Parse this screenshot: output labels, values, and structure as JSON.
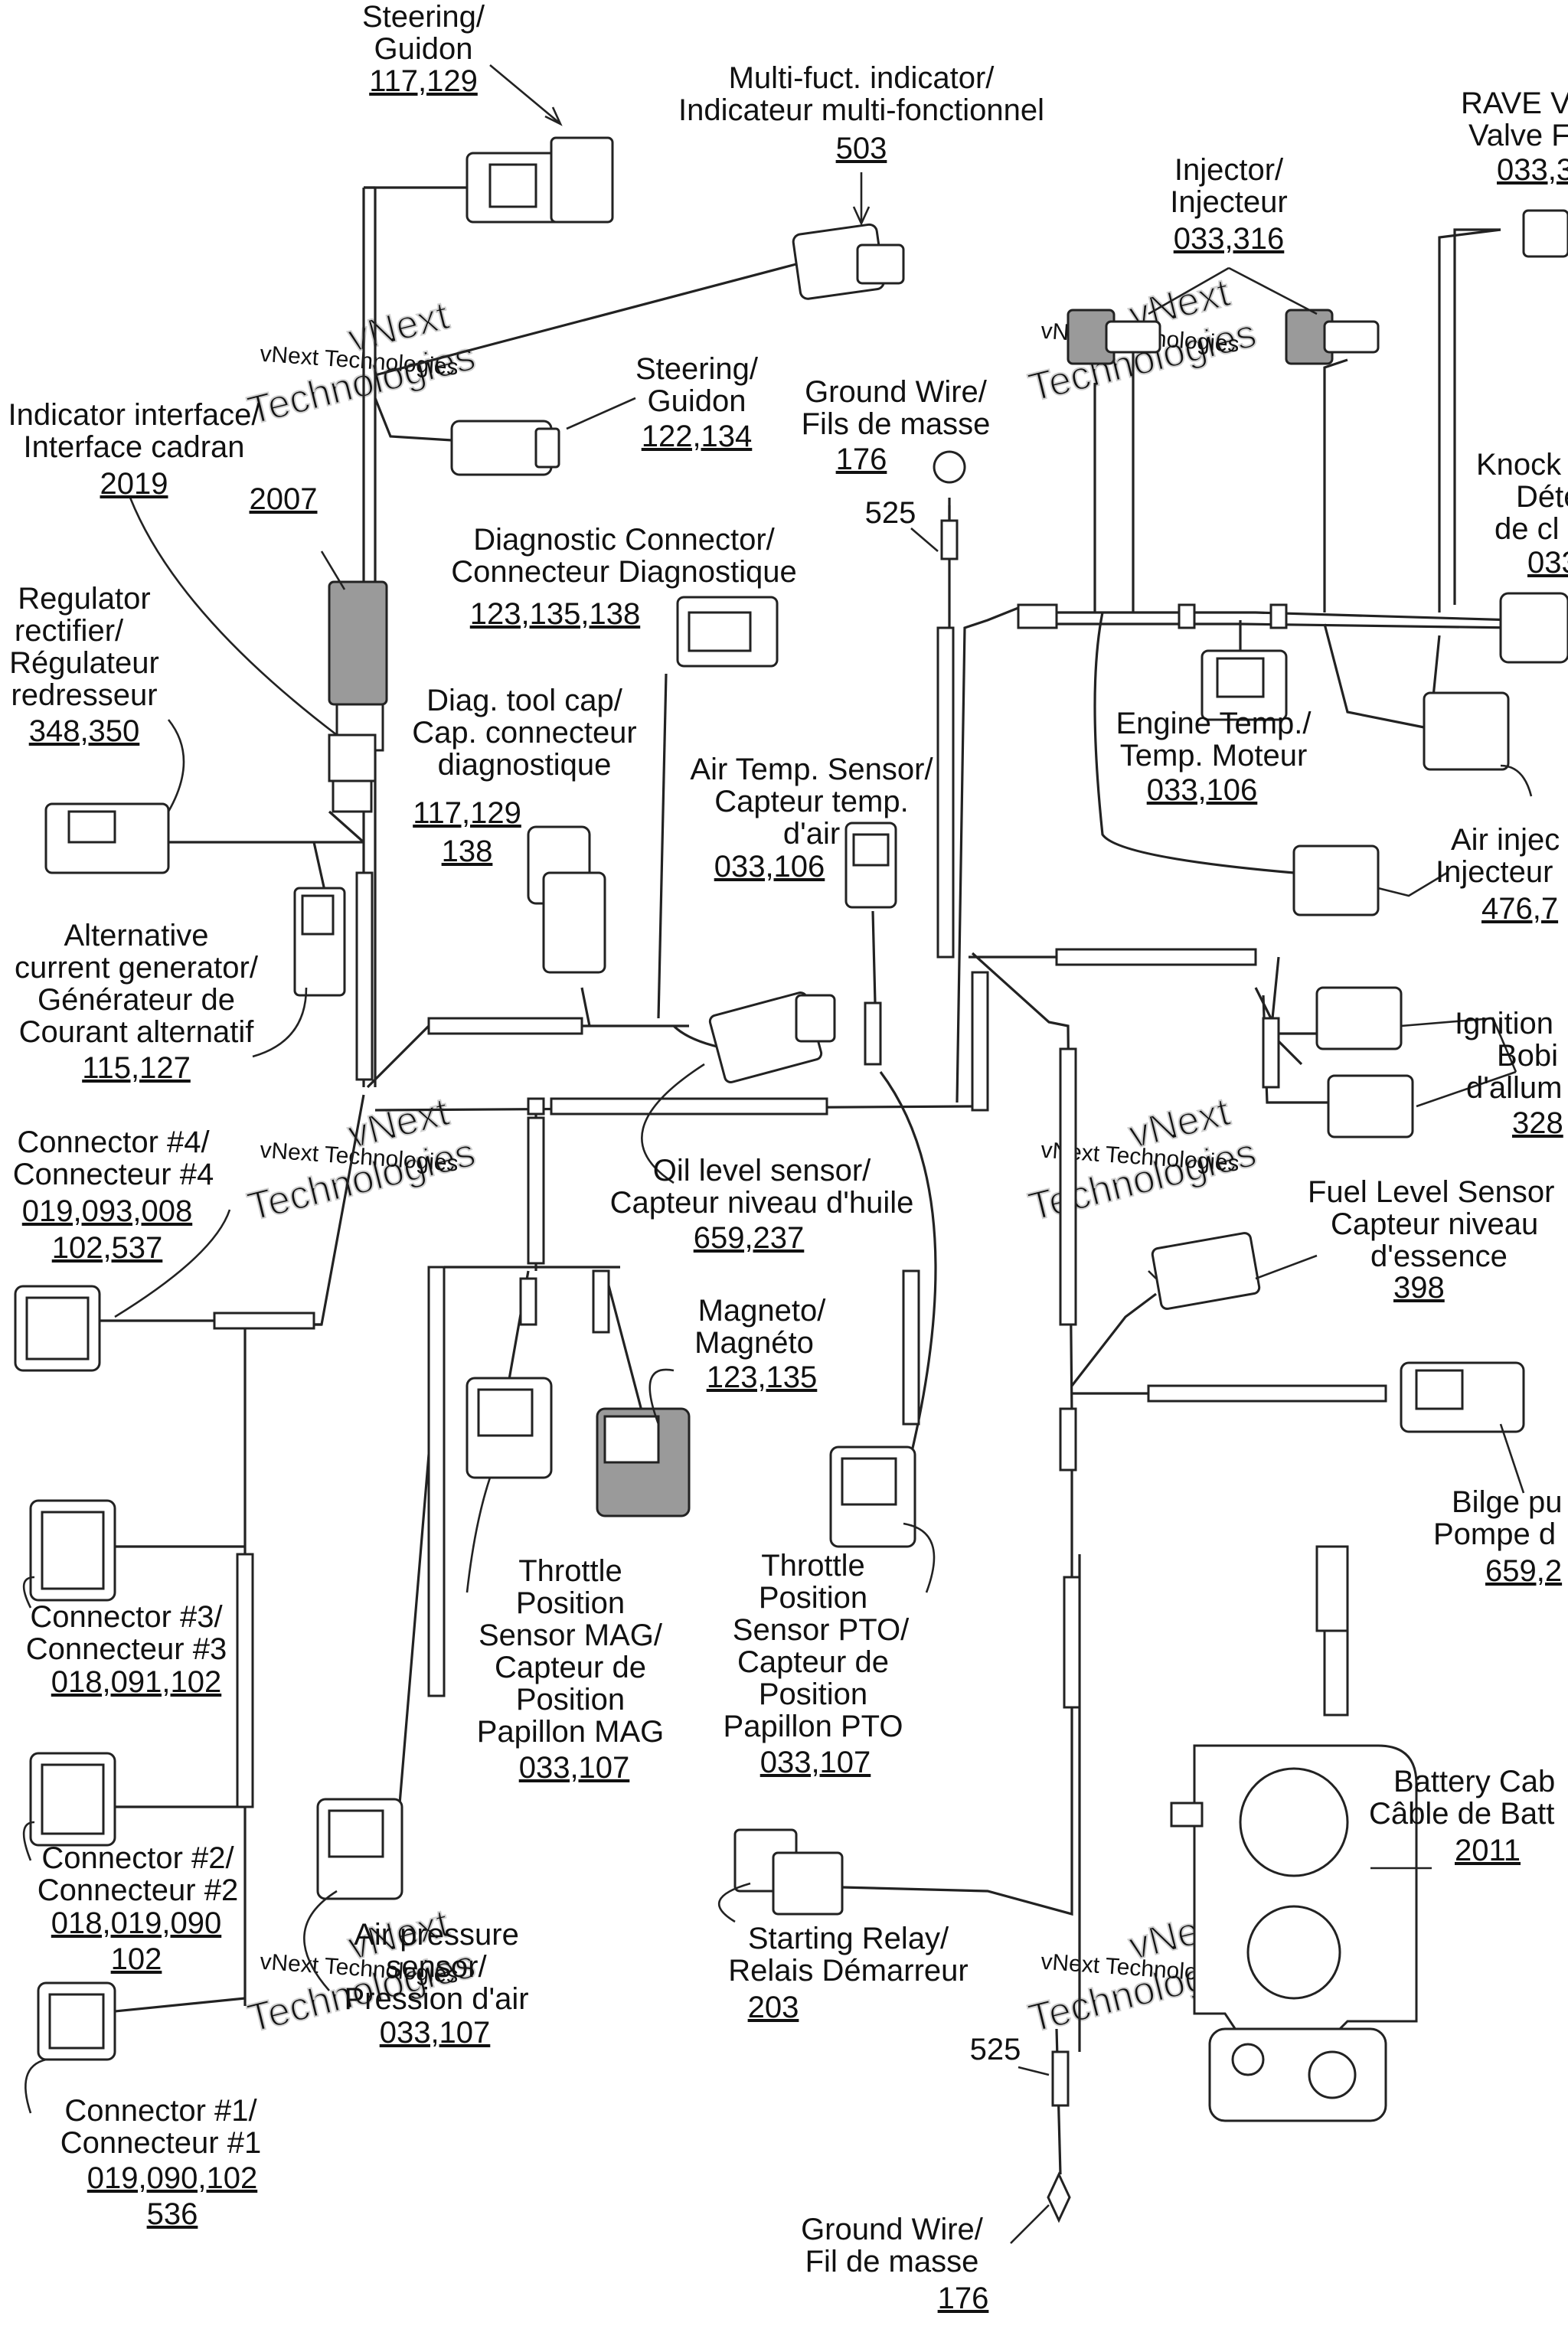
{
  "watermark": {
    "line1": "vNext",
    "line2": "Technologies",
    "small": "vNext Technologies"
  },
  "callouts": [
    {
      "id": "steering-1",
      "lines": [
        "Steering/",
        "Guidon"
      ],
      "parts": [
        "117,129"
      ]
    },
    {
      "id": "multi-indicator",
      "lines": [
        "Multi-fuct. indicator/",
        "Indicateur multi-fonctionnel"
      ],
      "parts": [
        "503"
      ]
    },
    {
      "id": "rave",
      "lines": [
        "RAVE V",
        "Valve F"
      ],
      "parts": [
        "033,3"
      ]
    },
    {
      "id": "injector",
      "lines": [
        "Injector/",
        "Injecteur"
      ],
      "parts": [
        "033,316"
      ]
    },
    {
      "id": "steering-2",
      "lines": [
        "Steering/",
        "Guidon"
      ],
      "parts": [
        "122,134"
      ]
    },
    {
      "id": "ground-wire-top",
      "lines": [
        "Ground Wire/",
        "Fils de masse"
      ],
      "parts": [
        "176"
      ]
    },
    {
      "id": "ring-top",
      "lines": [],
      "parts": [
        "525"
      ]
    },
    {
      "id": "indicator-interface",
      "lines": [
        "Indicator interface/",
        "Interface cadran"
      ],
      "parts": [
        "2019"
      ]
    },
    {
      "id": "boot",
      "lines": [],
      "parts": [
        "2007"
      ]
    },
    {
      "id": "knock",
      "lines": [
        "Knock",
        "Déte",
        "de cl"
      ],
      "parts": [
        "033"
      ]
    },
    {
      "id": "diag-connector",
      "lines": [
        "Diagnostic Connector/",
        "Connecteur Diagnostique"
      ],
      "parts": [
        "123,135,138"
      ]
    },
    {
      "id": "regulator",
      "lines": [
        "Regulator",
        "rectifier/",
        "Régulateur",
        "redresseur"
      ],
      "parts": [
        "348,350"
      ]
    },
    {
      "id": "diag-cap",
      "lines": [
        "Diag. tool cap/",
        "Cap. connecteur",
        "diagnostique"
      ],
      "parts": [
        "117,129",
        "138"
      ]
    },
    {
      "id": "engine-temp",
      "lines": [
        "Engine Temp./",
        "Temp. Moteur"
      ],
      "parts": [
        "033,106"
      ]
    },
    {
      "id": "air-temp",
      "lines": [
        "Air Temp. Sensor/",
        "Capteur temp.",
        "d'air"
      ],
      "parts": [
        "033,106"
      ]
    },
    {
      "id": "air-injector",
      "lines": [
        "Air injec",
        "Injecteur"
      ],
      "parts": [
        "476,7"
      ]
    },
    {
      "id": "alternator",
      "lines": [
        "Alternative",
        "current generator/",
        "Générateur de",
        "Courant alternatif"
      ],
      "parts": [
        "115,127"
      ]
    },
    {
      "id": "ignition",
      "lines": [
        "Ignition",
        "Bobi",
        "d'allum"
      ],
      "parts": [
        "328"
      ]
    },
    {
      "id": "connector-4",
      "lines": [
        "Connector #4/",
        "Connecteur #4"
      ],
      "parts": [
        "019,093,008",
        "102,537"
      ]
    },
    {
      "id": "oil-level",
      "lines": [
        "Oil level sensor/",
        "Capteur niveau d'huile"
      ],
      "parts": [
        "659,237"
      ]
    },
    {
      "id": "fuel-level",
      "lines": [
        "Fuel Level Sensor",
        "Capteur niveau",
        "d'essence"
      ],
      "parts": [
        "398"
      ]
    },
    {
      "id": "magneto",
      "lines": [
        "Magneto/",
        "Magnéto"
      ],
      "parts": [
        "123,135"
      ]
    },
    {
      "id": "bilge",
      "lines": [
        "Bilge pu",
        "Pompe d"
      ],
      "parts": [
        "659,2"
      ]
    },
    {
      "id": "tps-mag",
      "lines": [
        "Throttle",
        "Position",
        "Sensor MAG/",
        "Capteur de",
        "Position",
        "Papillon MAG"
      ],
      "parts": [
        "033,107"
      ]
    },
    {
      "id": "tps-pto",
      "lines": [
        "Throttle",
        "Position",
        "Sensor PTO/",
        "Capteur de",
        "Position",
        "Papillon PTO"
      ],
      "parts": [
        "033,107"
      ]
    },
    {
      "id": "connector-3",
      "lines": [
        "Connector #3/",
        "Connecteur #3"
      ],
      "parts": [
        "018,091,102"
      ]
    },
    {
      "id": "battery-cable",
      "lines": [
        "Battery Cab",
        "Câble de Batt"
      ],
      "parts": [
        "2011"
      ]
    },
    {
      "id": "connector-2",
      "lines": [
        "Connector #2/",
        "Connecteur #2"
      ],
      "parts": [
        "018,019,090",
        "102"
      ]
    },
    {
      "id": "air-pressure",
      "lines": [
        "Air pressure",
        "sensor/",
        "Pression d'air"
      ],
      "parts": [
        "033,107"
      ]
    },
    {
      "id": "starting-relay",
      "lines": [
        "Starting Relay/",
        "Relais Démarreur"
      ],
      "parts": [
        "203"
      ]
    },
    {
      "id": "ring-bottom",
      "lines": [],
      "parts": [
        "525"
      ]
    },
    {
      "id": "connector-1",
      "lines": [
        "Connector #1/",
        "Connecteur #1"
      ],
      "parts": [
        "019,090,102"
      ],
      "extra": [
        "536"
      ]
    },
    {
      "id": "ground-wire-bottom",
      "lines": [
        "Ground Wire/",
        "Fil de masse"
      ],
      "parts": [
        "176"
      ]
    }
  ]
}
